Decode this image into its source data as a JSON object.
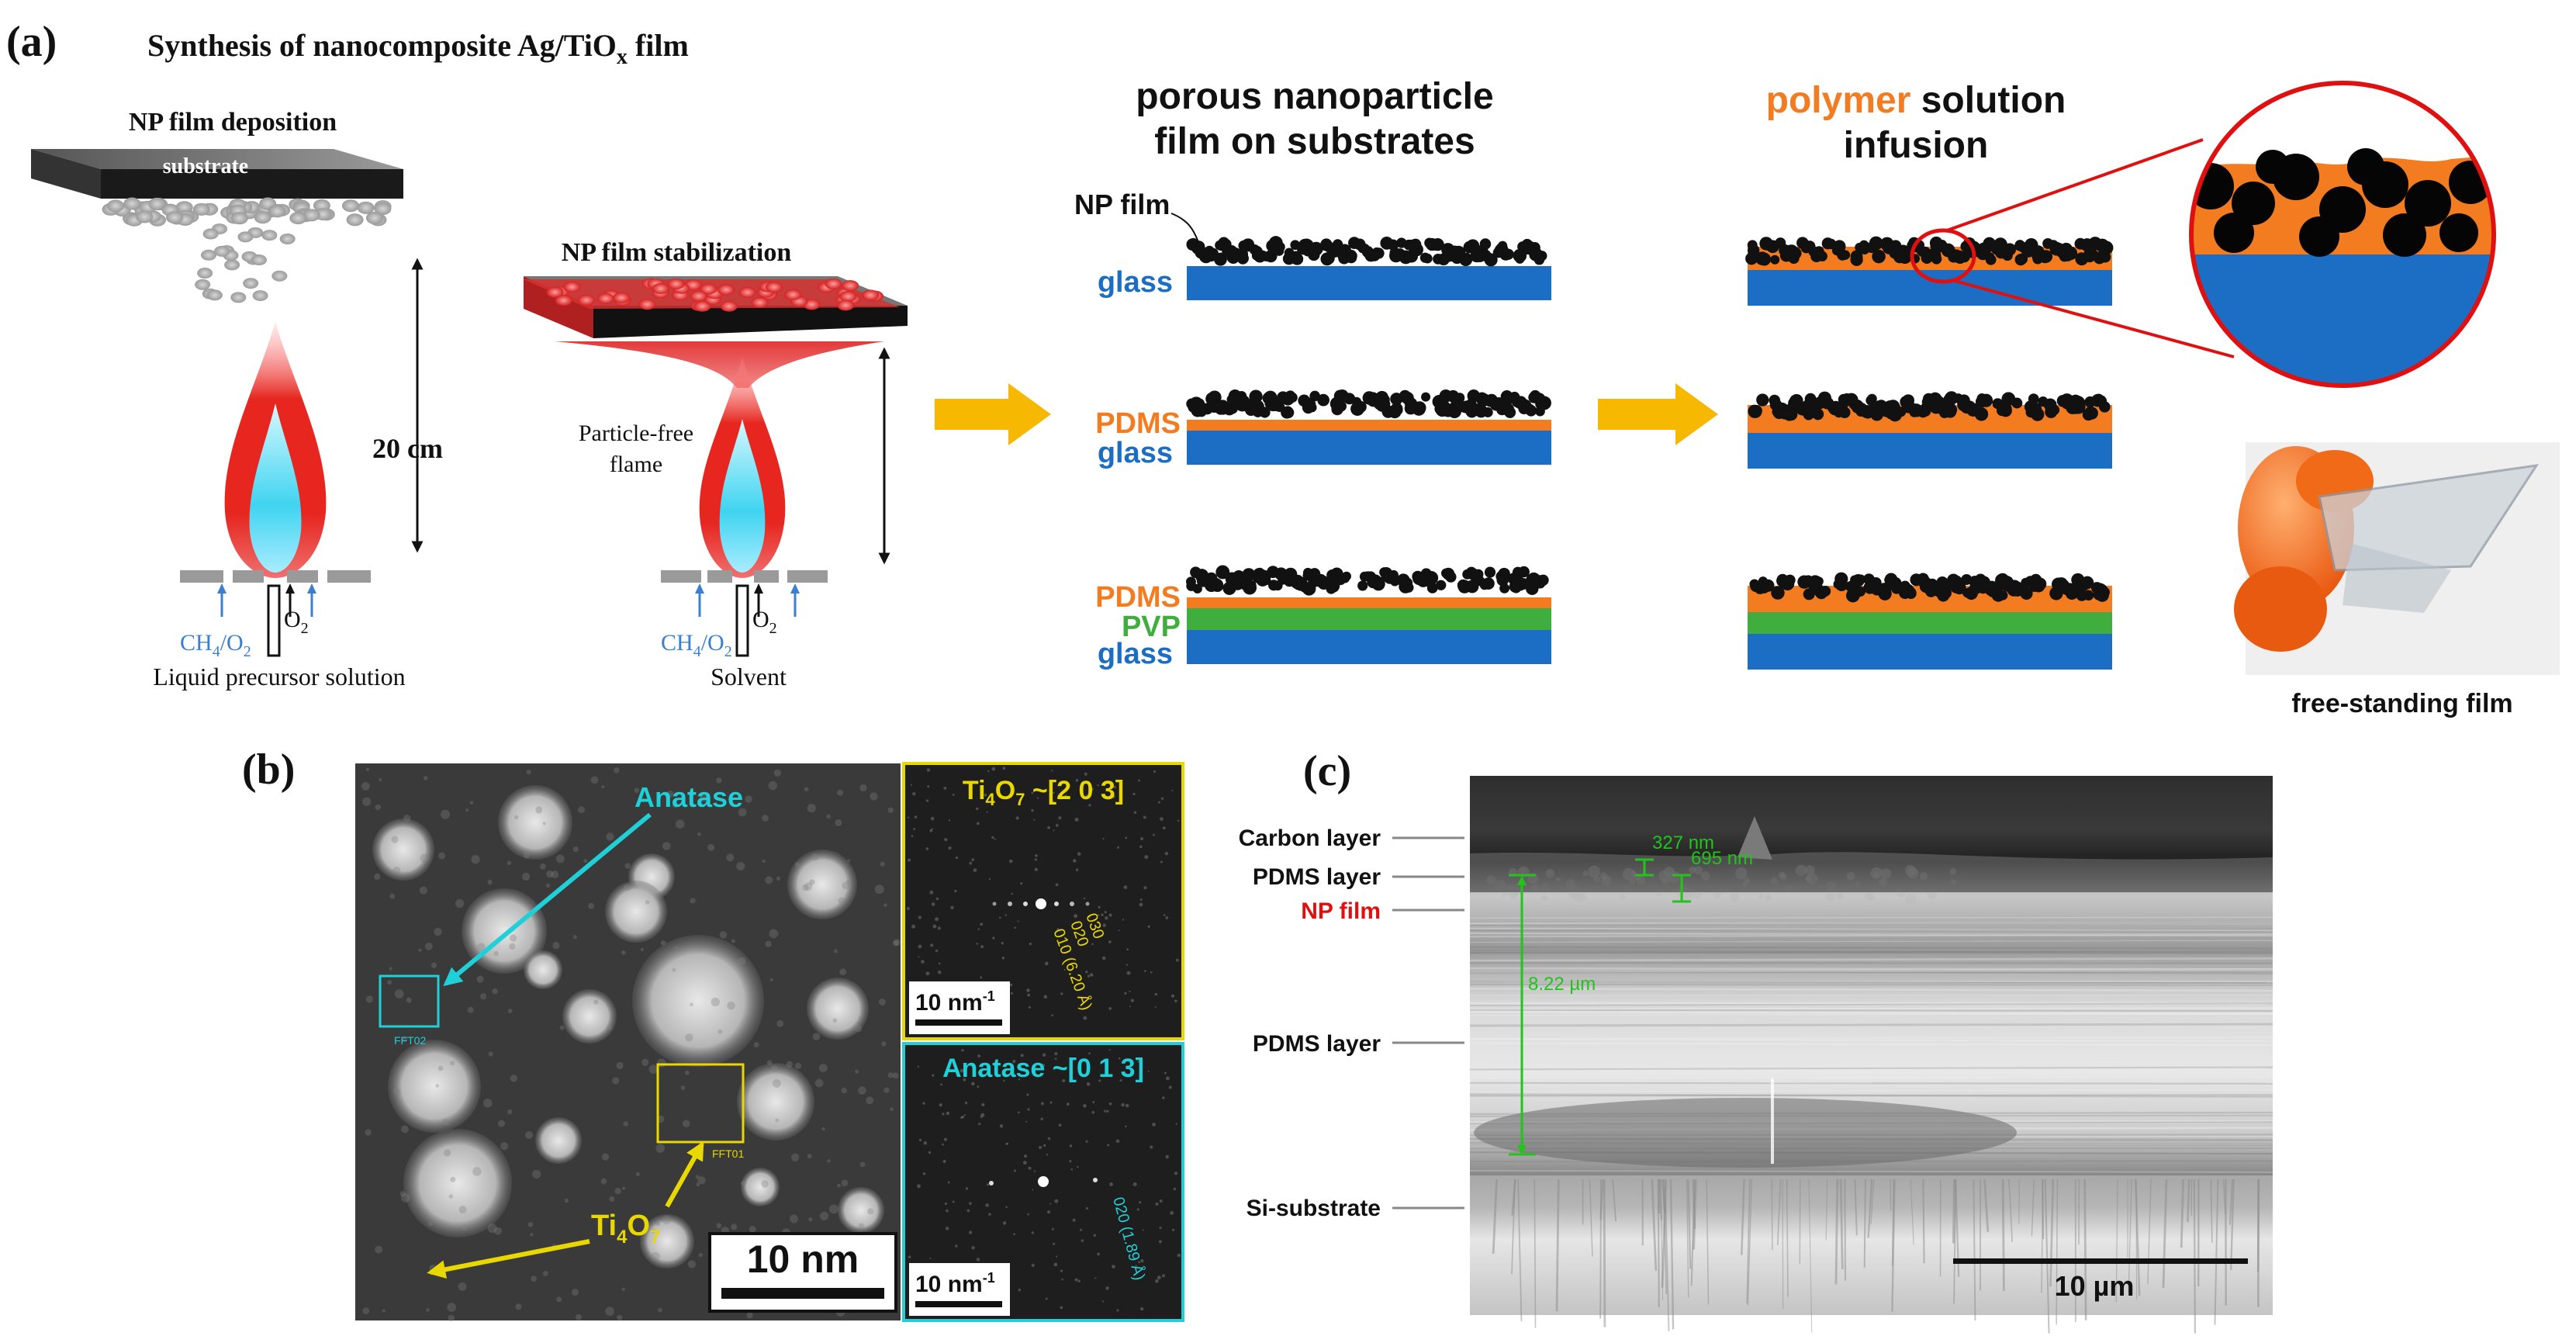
{
  "panel_a": {
    "letter": "(a)",
    "title_main": "Synthesis of nanocomposite Ag/TiO",
    "title_sub": "x",
    "title_tail": " film",
    "deposition": {
      "title": "NP film deposition",
      "substrate": "substrate",
      "distance": "20 cm",
      "gas_main": "CH",
      "gas_sub1": "4",
      "gas_mid": "/O",
      "gas_sub2": "2",
      "o2_main": "O",
      "o2_sub": "2",
      "caption": "Liquid precursor solution"
    },
    "stabilization": {
      "title": "NP film stabilization",
      "flame_line1": "Particle-free",
      "flame_line2": "flame",
      "gas_main": "CH",
      "gas_sub1": "4",
      "gas_mid": "/O",
      "gas_sub2": "2",
      "o2_main": "O",
      "o2_sub": "2",
      "caption": "Solvent"
    },
    "porous_header_1": "porous nanoparticle",
    "porous_header_2": "film on substrates",
    "np_film_label": "NP film",
    "stack_labels": {
      "glass": "glass",
      "pdms": "PDMS",
      "pvp": "PVP"
    },
    "polymer_header_word": "polymer",
    "polymer_header_rest": " solution",
    "polymer_header_2": "infusion",
    "photo_caption": "free-standing film"
  },
  "panel_b": {
    "letter": "(b)",
    "anatase_label": "Anatase",
    "ti4o7_main": "Ti",
    "ti4o7_sub1": "4",
    "ti4o7_mid": "O",
    "ti4o7_sub2": "7",
    "box_label_1": "FFT02",
    "box_label_2": "FFT01",
    "scale_bar": "10 nm",
    "fft_top": {
      "title_main": "Ti",
      "title_sub1": "4",
      "title_mid": "O",
      "title_sub2": "7",
      "title_zone": " ~[2 0 3]",
      "spot_labels": [
        "030",
        "020",
        "010 (6.20 Å)"
      ],
      "scale": "10 nm",
      "scale_sup": "-1"
    },
    "fft_bottom": {
      "title": "Anatase ~[0 1 3]",
      "spot_label": "020 (1.89 Å)",
      "scale": "10 nm",
      "scale_sup": "-1"
    }
  },
  "panel_c": {
    "letter": "(c)",
    "layers": [
      "Carbon layer",
      "PDMS layer",
      "NP film",
      "PDMS layer",
      "Si-substrate"
    ],
    "measure_1": "327 nm",
    "measure_2": "695 nm",
    "measure_3": "8.22 µm",
    "scale_bar": "10 µm"
  },
  "colors": {
    "anatase": "#1fd0d8",
    "ti4o7": "#e8d800",
    "arrow": "#f6b800",
    "polymer": "#f47c20",
    "glass": "#1b6ec4",
    "pvp": "#3fae3f",
    "np_film_red": "#e01010",
    "measure_green": "#22c41c",
    "flame_red": "#e6261f",
    "flame_cyan": "#3fd4f0"
  }
}
